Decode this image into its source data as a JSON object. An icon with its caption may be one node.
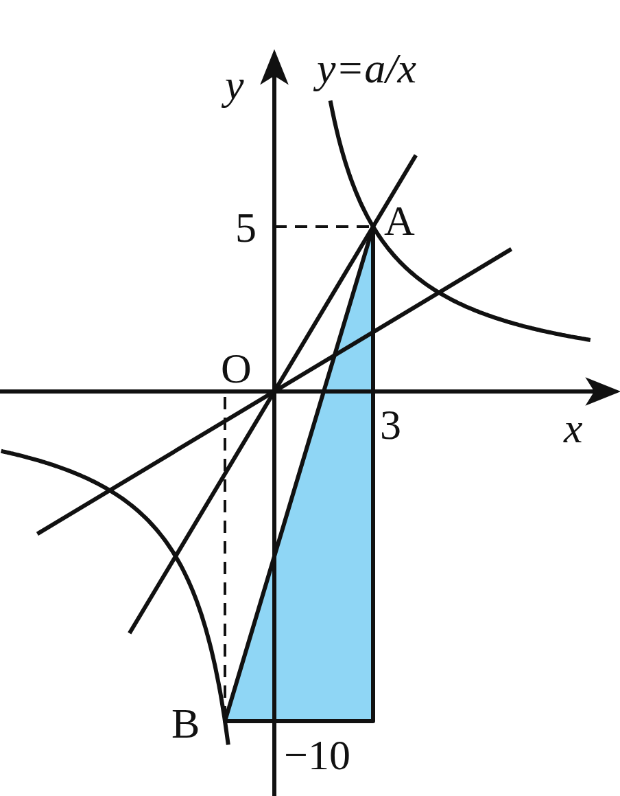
{
  "diagram": {
    "labels": [
      "y",
      "y=a/x",
      "5",
      "A",
      "O",
      "3",
      "x",
      "B",
      "−10"
    ]
  }
}
